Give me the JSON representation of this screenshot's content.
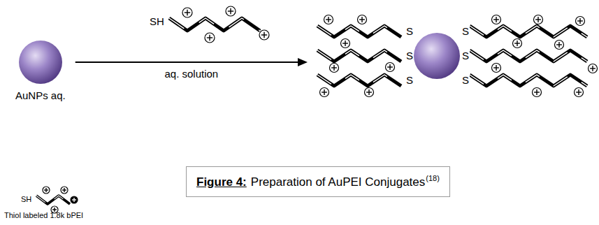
{
  "diagram": {
    "nodes": [
      {
        "text": [
          "AuNPs aq."
        ]
      },
      {
        "text": [
          "S",
          "S",
          "S",
          "S",
          "S",
          "S"
        ]
      },
      {
        "text": [
          "Figure 4:",
          "Preparation of AuPEI Conjugates",
          "(18)"
        ]
      }
    ],
    "edges": [
      {
        "from": 0,
        "to": 1,
        "arrow": "to",
        "label": "aq. solution"
      }
    ],
    "labels": [
      "SH",
      "SH",
      "Thiol labeled 1.8k bPEI"
    ]
  }
}
